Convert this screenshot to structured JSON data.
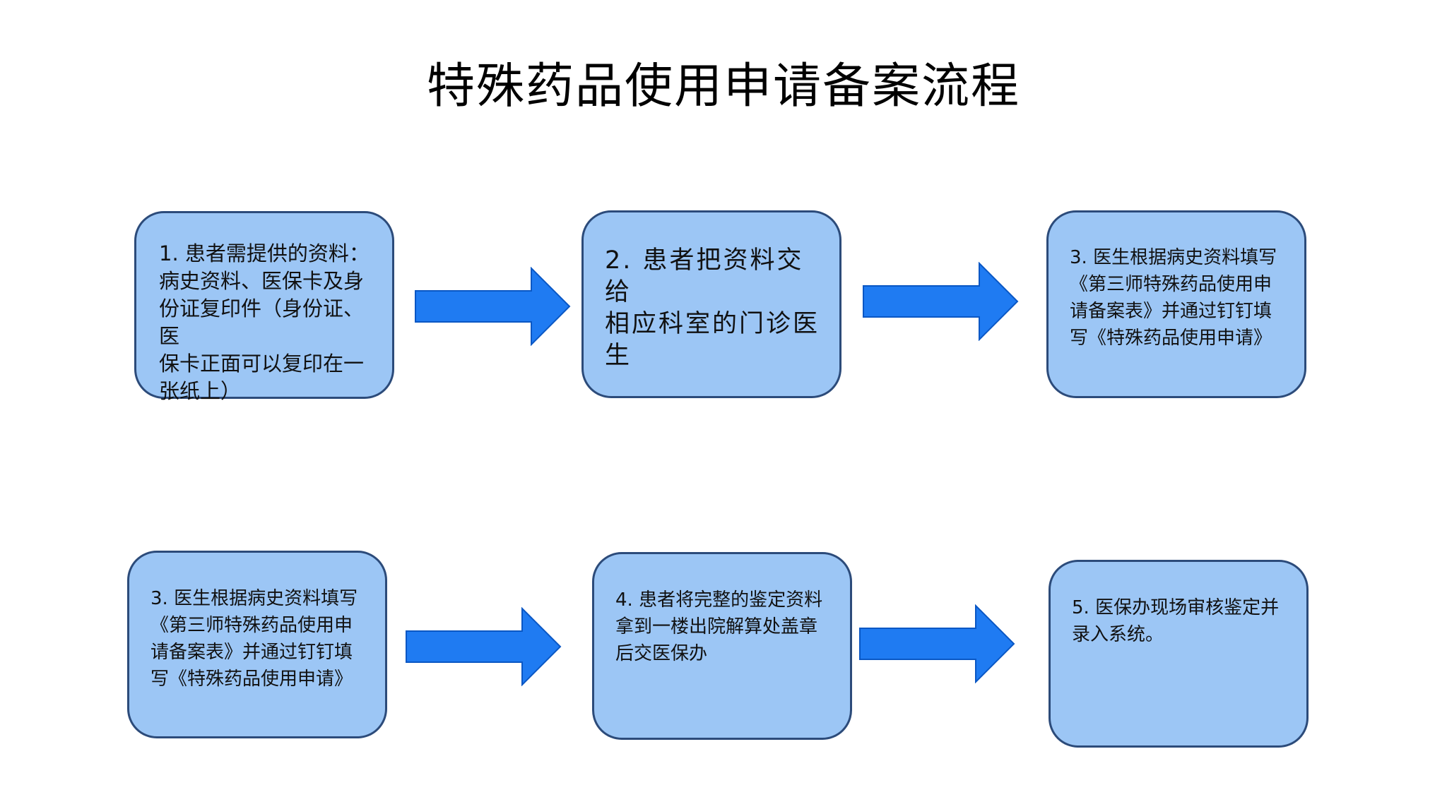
{
  "title": "特殊药品使用申请备案流程",
  "colors": {
    "box_fill": "#9cc6f5",
    "box_border": "#2c4b7a",
    "arrow_fill": "#1f7bf2",
    "arrow_stroke": "#0a57c4"
  },
  "steps": [
    {
      "text": "1. 患者需提供的资料：\n病史资料、医保卡及身\n份证复印件（身份证、医\n保卡正面可以复印在一\n张纸上）"
    },
    {
      "text": "2. 患者把资料交给\n相应科室的门诊医\n生"
    },
    {
      "text": "3. 医生根据病史资料填写\n《第三师特殊药品使用申\n请备案表》并通过钉钉填\n写《特殊药品使用申请》"
    },
    {
      "text": "3. 医生根据病史资料填写\n《第三师特殊药品使用申\n请备案表》并通过钉钉填\n写《特殊药品使用申请》"
    },
    {
      "text": "4. 患者将完整的鉴定资料\n拿到一楼出院解算处盖章\n后交医保办"
    },
    {
      "text": "5. 医保办现场审核鉴定并\n录入系统。"
    }
  ]
}
